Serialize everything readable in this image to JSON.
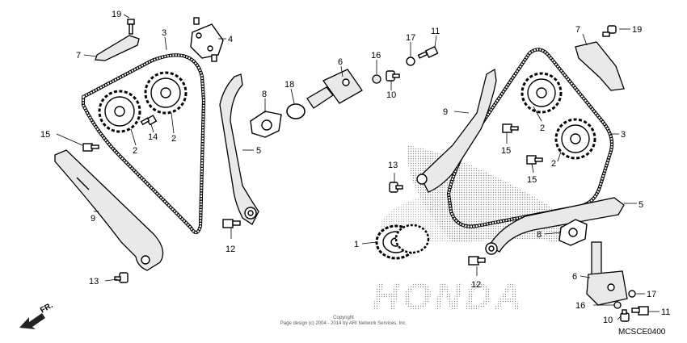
{
  "diagram": {
    "callouts": {
      "c1": "1",
      "c2a": "2",
      "c2b": "2",
      "c2c": "2",
      "c2d": "2",
      "c3a": "3",
      "c3b": "3",
      "c4": "4",
      "c5a": "5",
      "c5b": "5",
      "c6a": "6",
      "c6b": "6",
      "c7a": "7",
      "c7b": "7",
      "c8a": "8",
      "c8b": "8",
      "c9a": "9",
      "c9b": "9",
      "c10a": "10",
      "c10b": "10",
      "c11a": "11",
      "c11b": "11",
      "c12a": "12",
      "c12b": "12",
      "c13a": "13",
      "c13b": "13",
      "c14": "14",
      "c15a": "15",
      "c15b": "15",
      "c15c": "15",
      "c16a": "16",
      "c16b": "16",
      "c17a": "17",
      "c17b": "17",
      "c18": "18",
      "c19a": "19",
      "c19b": "19"
    },
    "direction_label": "FR.",
    "copyright_line1": "Copyright",
    "copyright_line2": "Page design (c) 2004 - 2014 by ARI Network Services, Inc.",
    "diagram_code": "MCSCE0400",
    "watermark_logo": "HONDA"
  }
}
